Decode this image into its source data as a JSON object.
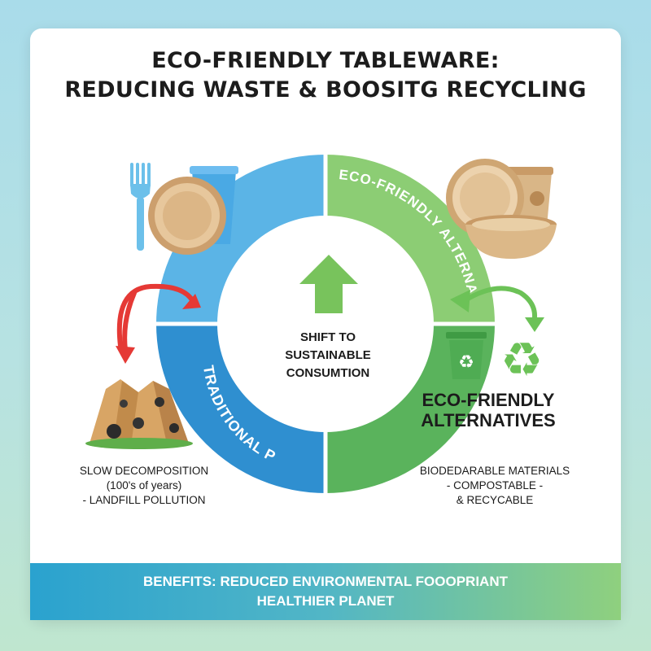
{
  "title": {
    "line1": "ECO-FRIENDLY TABLEWARE:",
    "line2": "REDUCING WASTE & BOOSITG RECYCLING"
  },
  "ring": {
    "top_right_label": "ECO-FRIENDLY ALTERNATIVES",
    "bottom_left_label": "TRADITIONAL PLASTIC"
  },
  "center": {
    "line1": "SHIFT TO",
    "line2": "SUSTAINABLE",
    "line3": "CONSUMTION"
  },
  "right_heading": {
    "line1": "ECO-FRIENDLY",
    "line2": "ALTERNATIVES"
  },
  "left_caption": {
    "line1": "SLOW DECOMPOSITION",
    "line2": "(100's of years)",
    "line3": "- LANDFILL POLLUTION"
  },
  "right_caption": {
    "line1": "BIODEDARABLE MATERIALS",
    "line2": "- COMPOSTABLE -",
    "line3": "& RECYCABLE"
  },
  "banner": {
    "line1": "BENEFITS: REDUCED ENVIRONMENTAL FOOOPRIANT",
    "line2": "HEALTHIER PLANET"
  },
  "colors": {
    "blue_light": "#5bb4e6",
    "blue_dark": "#2f8fd0",
    "green_light": "#8ccd74",
    "green_dark": "#57b25a",
    "red_arrow": "#e53935"
  },
  "icons": [
    "fork-icon",
    "plate-icon",
    "cup-icon",
    "bowl-icon",
    "recycle-bin-icon",
    "recycle-icon",
    "landfill-icon",
    "up-arrow-icon"
  ]
}
